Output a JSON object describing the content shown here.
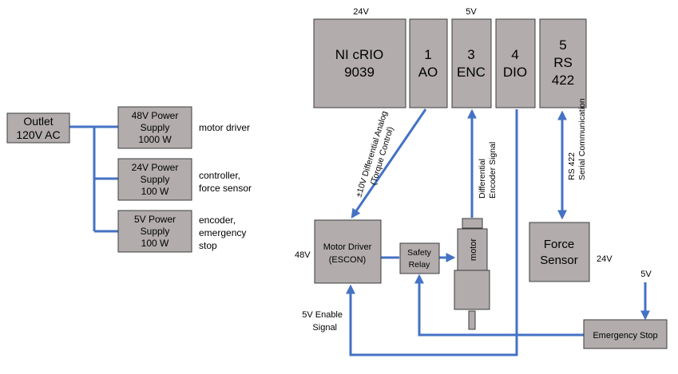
{
  "power": {
    "outlet": {
      "line1": "Outlet",
      "line2": "120V AC"
    },
    "ps48": {
      "line1": "48V Power",
      "line2": "Supply",
      "line3": "1000 W",
      "note1": "motor driver"
    },
    "ps24": {
      "line1": "24V Power",
      "line2": "Supply",
      "line3": "100 W",
      "note1": "controller,",
      "note2": "force sensor"
    },
    "ps5": {
      "line1": "5V Power",
      "line2": "Supply",
      "line3": "100 W",
      "note1": "encoder,",
      "note2": "emergency",
      "note3": "stop"
    }
  },
  "crio": {
    "voltage_top": "24V",
    "main": {
      "line1": "NI cRIO",
      "line2": "9039"
    },
    "ao": {
      "line1": "1",
      "line2": "AO"
    },
    "enc": {
      "line1": "3",
      "line2": "ENC",
      "voltage_top": "5V"
    },
    "dio": {
      "line1": "4",
      "line2": "DIO"
    },
    "rs": {
      "line1": "5",
      "line2": "RS",
      "line3": "422"
    }
  },
  "motor_driver": {
    "line1": "Motor Driver",
    "line2": "(ESCON)",
    "voltage": "48V"
  },
  "safety_relay": {
    "line1": "Safety",
    "line2": "Relay"
  },
  "motor": {
    "label": "motor"
  },
  "force_sensor": {
    "line1": "Force",
    "line2": "Sensor",
    "voltage": "24V"
  },
  "emergency_stop": {
    "label": "Emergency Stop",
    "voltage": "5V"
  },
  "signals": {
    "analog": {
      "line1": "±10V Differential Analog",
      "line2": "(Torque Control)"
    },
    "encoder": {
      "line1": "Differential",
      "line2": "Encoder Signal"
    },
    "rs422": {
      "line1": "RS 422",
      "line2": "Serial Communication"
    },
    "enable": {
      "line1": "5V Enable",
      "line2": "Signal"
    }
  },
  "colors": {
    "box_fill": "#b2acac",
    "box_stroke": "#3c3c3c",
    "line": "#4472c4"
  }
}
